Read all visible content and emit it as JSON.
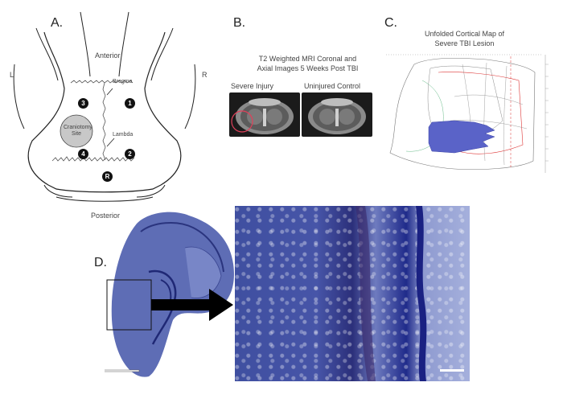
{
  "panel_a": {
    "label": "A.",
    "anterior": "Anterior",
    "posterior": "Posterior",
    "left": "L",
    "right": "R",
    "bregma": "Bregma",
    "lambda": "Lambda",
    "craniotomy": "Craniotomy Site",
    "sites": [
      "3",
      "1",
      "4",
      "2",
      "R"
    ]
  },
  "panel_b": {
    "label": "B.",
    "caption_line1": "T2 Weighted MRI Coronal and",
    "caption_line2": "Axial Images 5 Weeks Post TBI",
    "severe": "Severe Injury",
    "control": "Uninjured Control"
  },
  "panel_c": {
    "label": "C.",
    "title_line1": "Unfolded Cortical Map of",
    "title_line2": "Severe TBI Lesion"
  },
  "panel_d": {
    "label": "D."
  },
  "colors": {
    "lesion": "#5a63c8",
    "stain": "#3b4a9e",
    "mri_circle": "#e0405a"
  }
}
